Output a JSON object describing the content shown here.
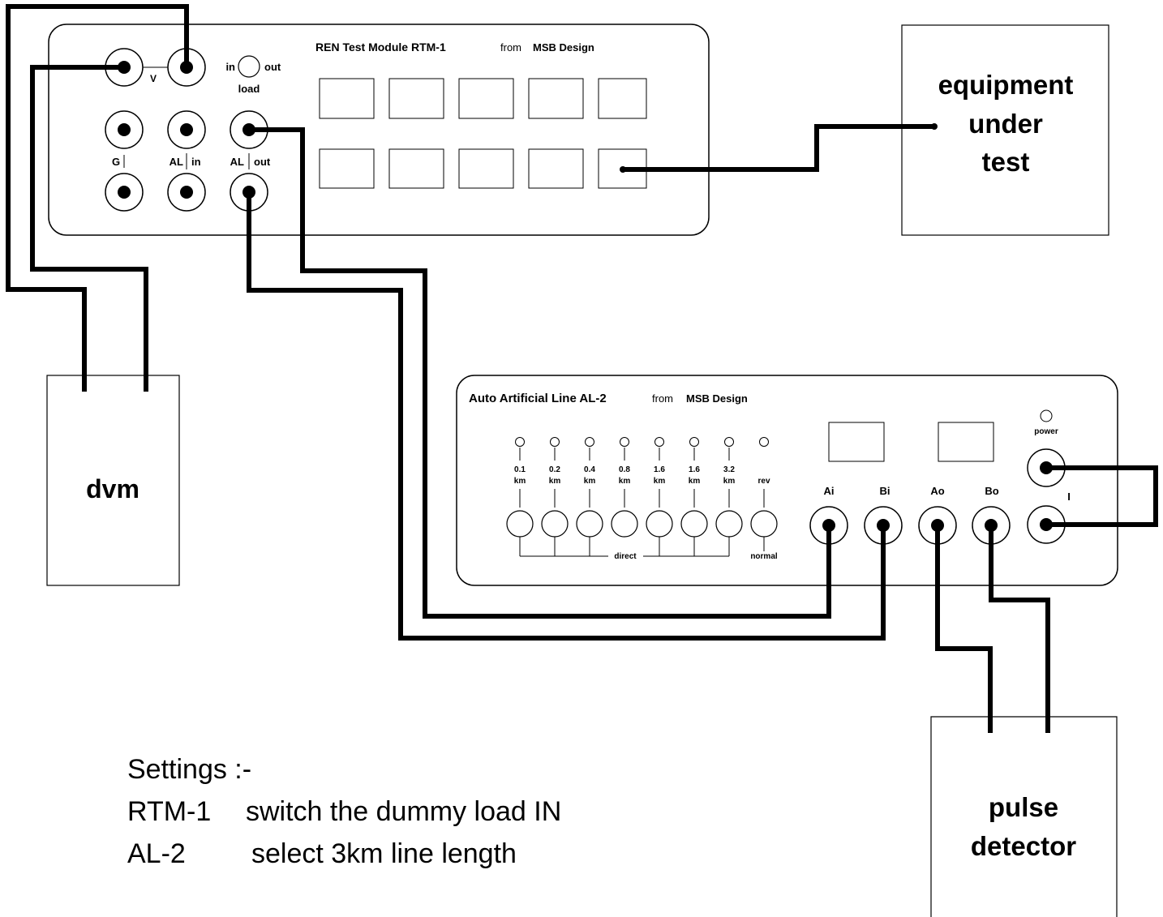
{
  "rtm": {
    "title": "REN Test Module RTM-1",
    "from": "from",
    "maker": "MSB Design",
    "v_label": "V",
    "load_in": "in",
    "load_out": "out",
    "load_label": "load",
    "g_label": "G",
    "al_label": "AL",
    "in_label": "in",
    "al2_label": "AL",
    "out_label": "out"
  },
  "eut": {
    "line1": "equipment",
    "line2": "under",
    "line3": "test"
  },
  "dvm": {
    "label": "dvm"
  },
  "al2": {
    "title": "Auto Artificial Line AL-2",
    "from": "from",
    "maker": "MSB Design",
    "km_values": [
      "0.1",
      "0.2",
      "0.4",
      "0.8",
      "1.6",
      "1.6",
      "3.2"
    ],
    "km_unit": "km",
    "rev_label": "rev",
    "direct_label": "direct",
    "normal_label": "normal",
    "terminals": [
      "Ai",
      "Bi",
      "Ao",
      "Bo"
    ],
    "power_label": "power",
    "i_label": "I"
  },
  "pulse": {
    "line1": "pulse",
    "line2": "detector"
  },
  "settings": {
    "heading": "Settings :-",
    "row1_dev": "RTM-1",
    "row1_text": "switch the dummy load IN",
    "row2_dev": "AL-2",
    "row2_text": "select 3km line length"
  }
}
